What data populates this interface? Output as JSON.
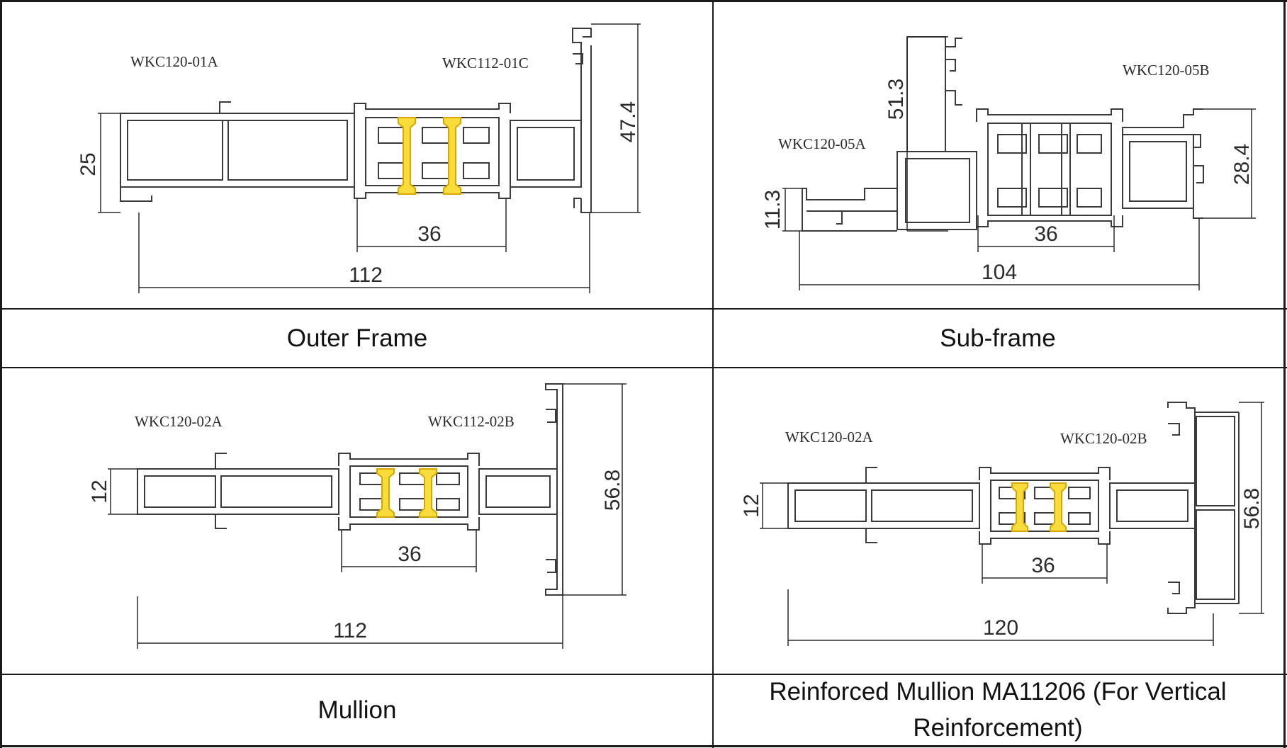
{
  "colors": {
    "line": "#3a3a3a",
    "grid": "#1a1a1a",
    "insulation_fill": "#f7dc3c",
    "insulation_stroke": "#d9a800"
  },
  "panels": [
    {
      "caption": "Outer Frame",
      "codes": [
        "WKC120-01A",
        "WKC112-01C"
      ],
      "dims": [
        "25",
        "47.4",
        "36",
        "112"
      ]
    },
    {
      "caption": "Sub-frame",
      "codes": [
        "WKC120-05A",
        "WKC120-05B"
      ],
      "dims": [
        "51.3",
        "11.3",
        "28.4",
        "36",
        "104"
      ]
    },
    {
      "caption": "Mullion",
      "codes": [
        "WKC120-02A",
        "WKC112-02B"
      ],
      "dims": [
        "12",
        "56.8",
        "36",
        "112"
      ]
    },
    {
      "caption": "Reinforced Mullion MA11206 (For Vertical Reinforcement)",
      "codes": [
        "WKC120-02A",
        "WKC120-02B"
      ],
      "dims": [
        "12",
        "56.8",
        "36",
        "120"
      ]
    }
  ]
}
